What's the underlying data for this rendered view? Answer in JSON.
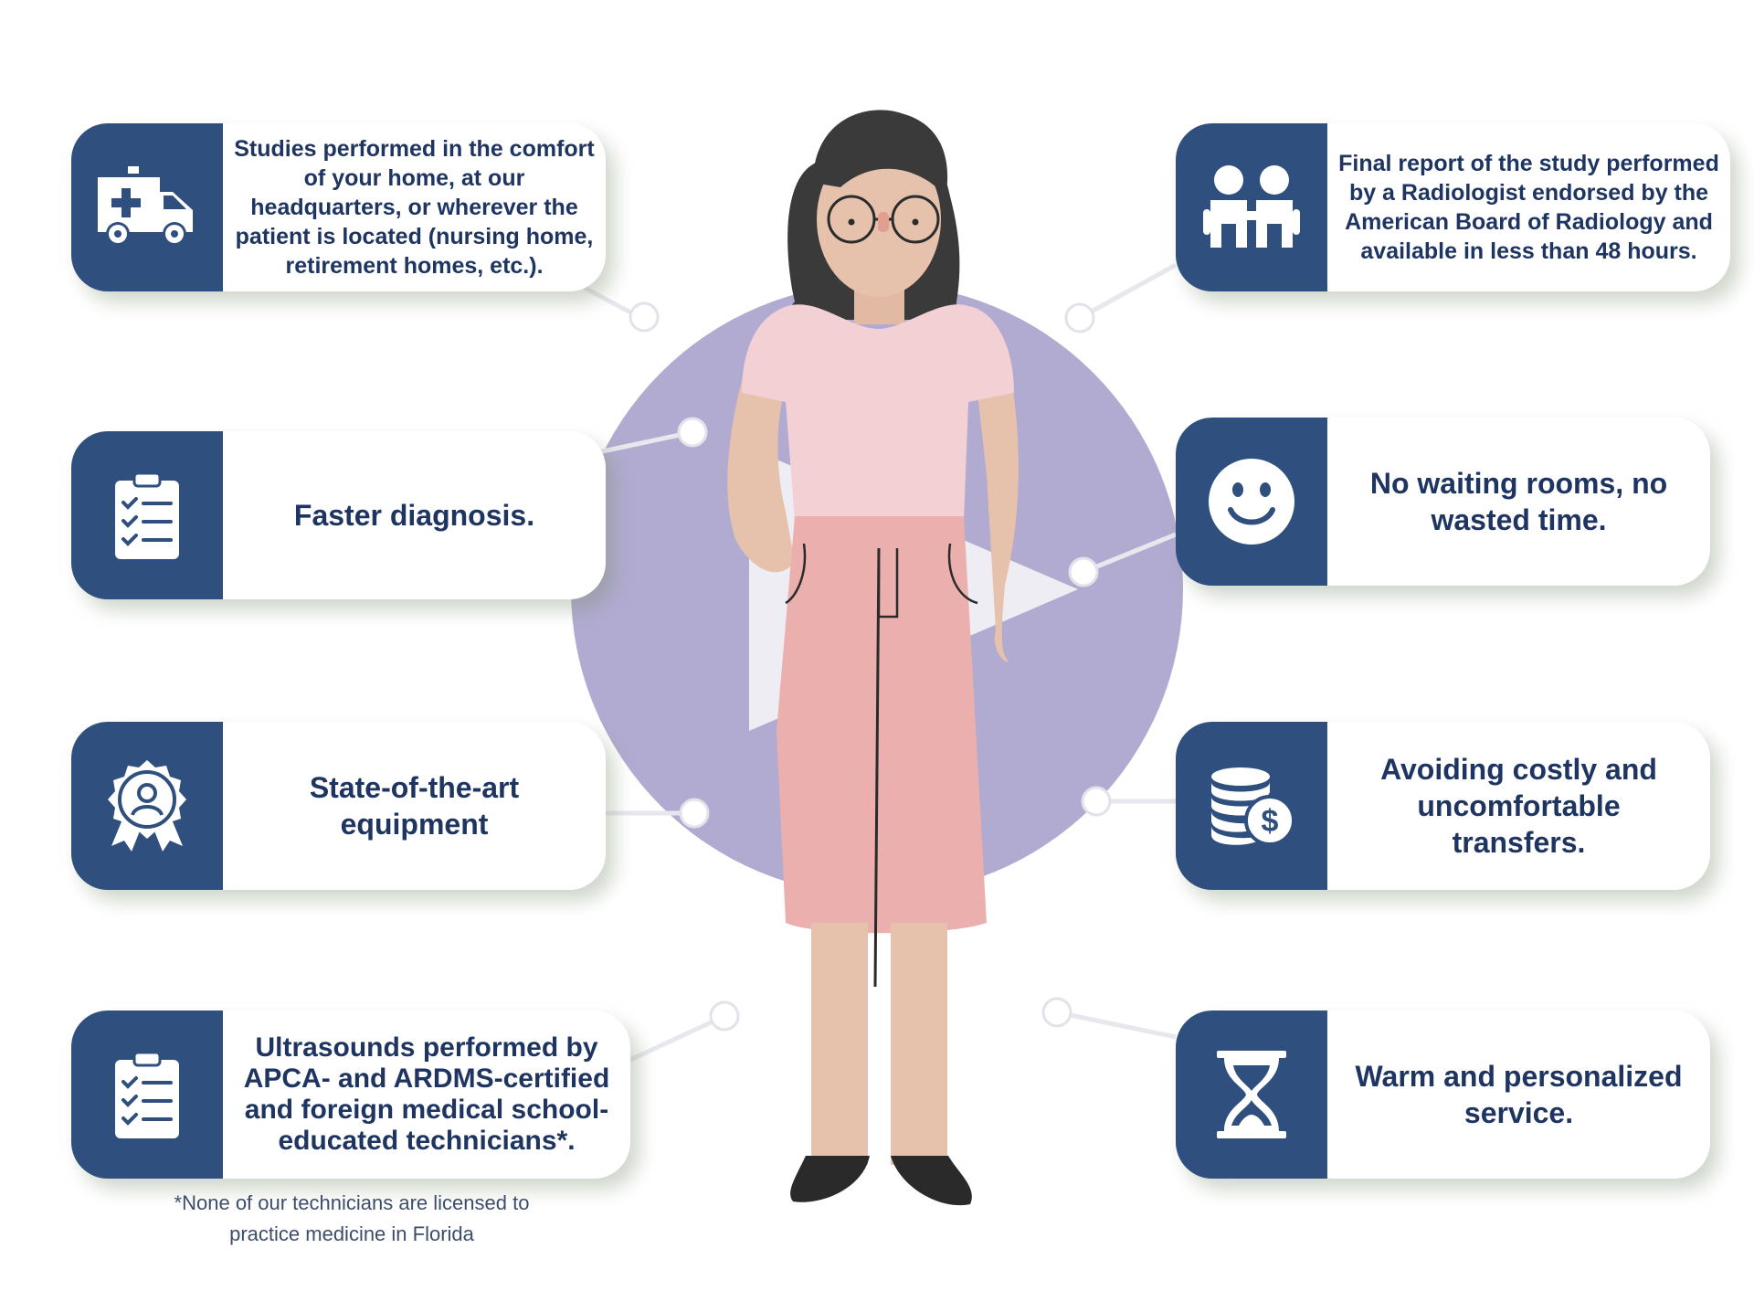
{
  "colors": {
    "icon_bg": "#2f4f7f",
    "text": "#1f3561",
    "circle": "#b1abd1",
    "skin": "#e6c2ad",
    "shirt": "#f3d0d4",
    "skirt": "#ebb0ae",
    "hair": "#3a3a3a"
  },
  "cards": {
    "home_studies": {
      "icon": "ambulance-icon",
      "text": "Studies performed in the comfort of your home, at our headquarters, or wherever the patient is located (nursing home, retirement homes, etc.)."
    },
    "final_report": {
      "icon": "people-icon",
      "text": "Final report of the study performed by a Radiologist endorsed by the American Board of Radiology and available in less than 48 hours."
    },
    "faster_diagnosis": {
      "icon": "clipboard-checklist-icon",
      "text": "Faster diagnosis."
    },
    "no_waiting": {
      "icon": "smiley-icon",
      "text": "No waiting rooms, no wasted time."
    },
    "equipment": {
      "icon": "award-badge-icon",
      "text": "State-of-the-art equipment"
    },
    "avoid_transfers": {
      "icon": "coins-dollar-icon",
      "text": "Avoiding costly and uncomfortable transfers."
    },
    "ultrasounds": {
      "icon": "clipboard-checklist-icon",
      "text": "Ultrasounds performed by APCA- and ARDMS-certified and foreign medical school-educated technicians*."
    },
    "warm_service": {
      "icon": "hourglass-icon",
      "text": "Warm and personalized service."
    }
  },
  "footnote": {
    "line1": "*None of our technicians are licensed to",
    "line2": "practice medicine in Florida"
  }
}
